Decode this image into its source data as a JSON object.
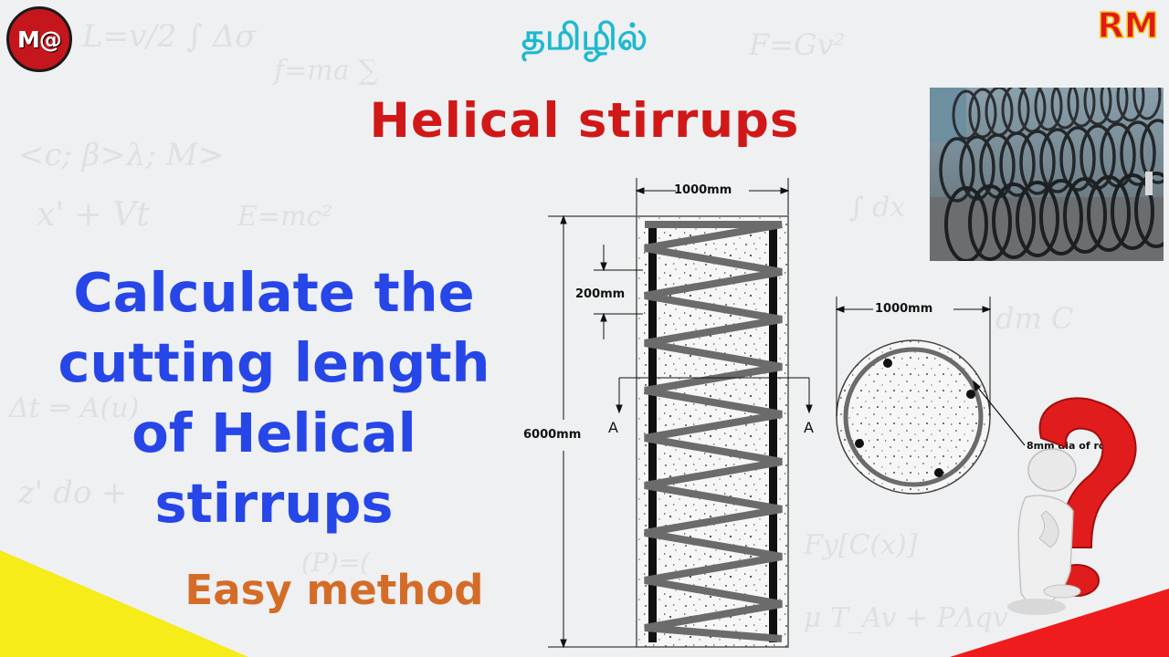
{
  "branding": {
    "left_logo": "M@",
    "right_logo": "RM"
  },
  "language_tag": "தமிழில்",
  "title": "Helical stirrups",
  "headline": {
    "lines": [
      "Calculate the",
      "cutting length",
      "of Helical",
      "stirrups"
    ]
  },
  "subtitle": "Easy method",
  "elevation": {
    "width_label": "1000mm",
    "pitch_label": "200mm",
    "height_label": "6000mm",
    "section_mark_left": "A",
    "section_mark_right": "A"
  },
  "cross_section": {
    "diameter_label": "1000mm",
    "rod_label": "8mm dia of rod"
  },
  "colors": {
    "title_red": "#d11818",
    "headline_blue": "#2746e8",
    "subtitle_orange": "#d46c28",
    "tamil_cyan": "#1fb8d0",
    "corner_yellow": "#f5ec1a",
    "corner_red": "#ee1c1c"
  },
  "icons": {
    "question_figure": "thinking-person-question-mark-icon",
    "photo": "helical-stirrups-photo"
  }
}
